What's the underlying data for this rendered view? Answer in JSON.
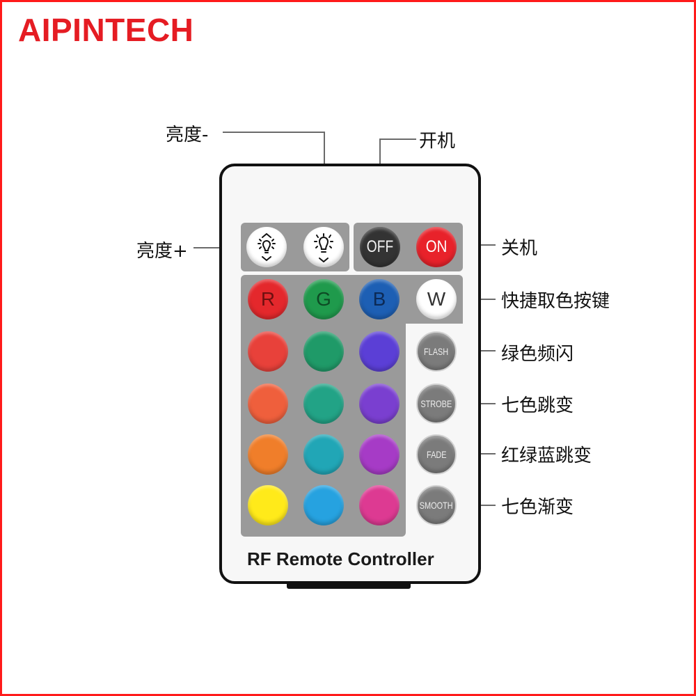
{
  "brand": "AIPINTECH",
  "remote": {
    "title": "RF Remote Controller",
    "top_row": [
      {
        "icon": "brightness-up-icon"
      },
      {
        "icon": "brightness-down-icon"
      },
      {
        "label": "OFF",
        "color": "#333333"
      },
      {
        "label": "ON",
        "color": "#e8222a"
      }
    ],
    "rgb_row": [
      {
        "label": "R",
        "color": "#e4282c"
      },
      {
        "label": "G",
        "color": "#1f9a4c"
      },
      {
        "label": "B",
        "color": "#1d5fb4"
      },
      {
        "label": "W",
        "color": "#ffffff"
      }
    ],
    "color_grid": [
      [
        "#e8413a",
        "#1f9a68",
        "#5b3fd6"
      ],
      [
        "#ef5f3c",
        "#22a386",
        "#7a3fd0"
      ],
      [
        "#f07e2a",
        "#21a6b6",
        "#a63bc6"
      ],
      [
        "#ffea1a",
        "#26a2e0",
        "#dd3a92"
      ]
    ],
    "function_buttons": [
      "FLASH",
      "STROBE",
      "FADE",
      "SMOOTH"
    ]
  },
  "callouts": {
    "brightness_down": "亮度-",
    "brightness_up": "亮度+",
    "power_on": "开机",
    "power_off": "关机",
    "quick_color": "快捷取色按键",
    "flash": "绿色频闪",
    "strobe": "七色跳变",
    "fade": "红绿蓝跳变",
    "smooth": "七色渐变"
  },
  "colors": {
    "frame": "#ff1a1a",
    "brand": "#e51c23",
    "panel": "#9a9a9a"
  }
}
